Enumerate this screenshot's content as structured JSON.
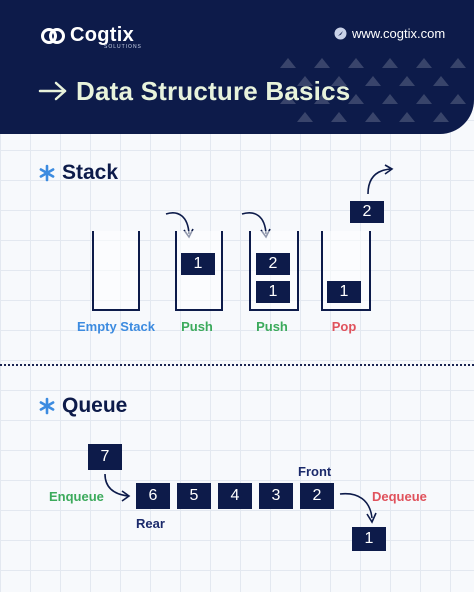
{
  "brand": {
    "name": "Cogtix",
    "sub": "SOLUTIONS",
    "website": "www.cogtix.com"
  },
  "title": "Data Structure Basics",
  "colors": {
    "navy": "#0d1b4a",
    "blue": "#3c8be0",
    "green": "#3caa5c",
    "red": "#e0525c",
    "title": "#e8f3dc"
  },
  "stack": {
    "heading": "Stack",
    "states": [
      {
        "label": "Empty Stack",
        "items": []
      },
      {
        "label": "Push",
        "items": [
          "1"
        ]
      },
      {
        "label": "Push",
        "items": [
          "1",
          "2"
        ]
      },
      {
        "label": "Pop",
        "items": [
          "1"
        ],
        "popped": "2"
      }
    ]
  },
  "queue": {
    "heading": "Queue",
    "incoming": "7",
    "items": [
      "6",
      "5",
      "4",
      "3",
      "2"
    ],
    "removed": "1",
    "enqueue_label": "Enqueue",
    "dequeue_label": "Dequeue",
    "front_label": "Front",
    "rear_label": "Rear"
  },
  "icons": [
    "cogtix-logo-icon",
    "globe-icon",
    "arrow-right-icon",
    "asterisk-icon",
    "curved-arrow-icon"
  ]
}
